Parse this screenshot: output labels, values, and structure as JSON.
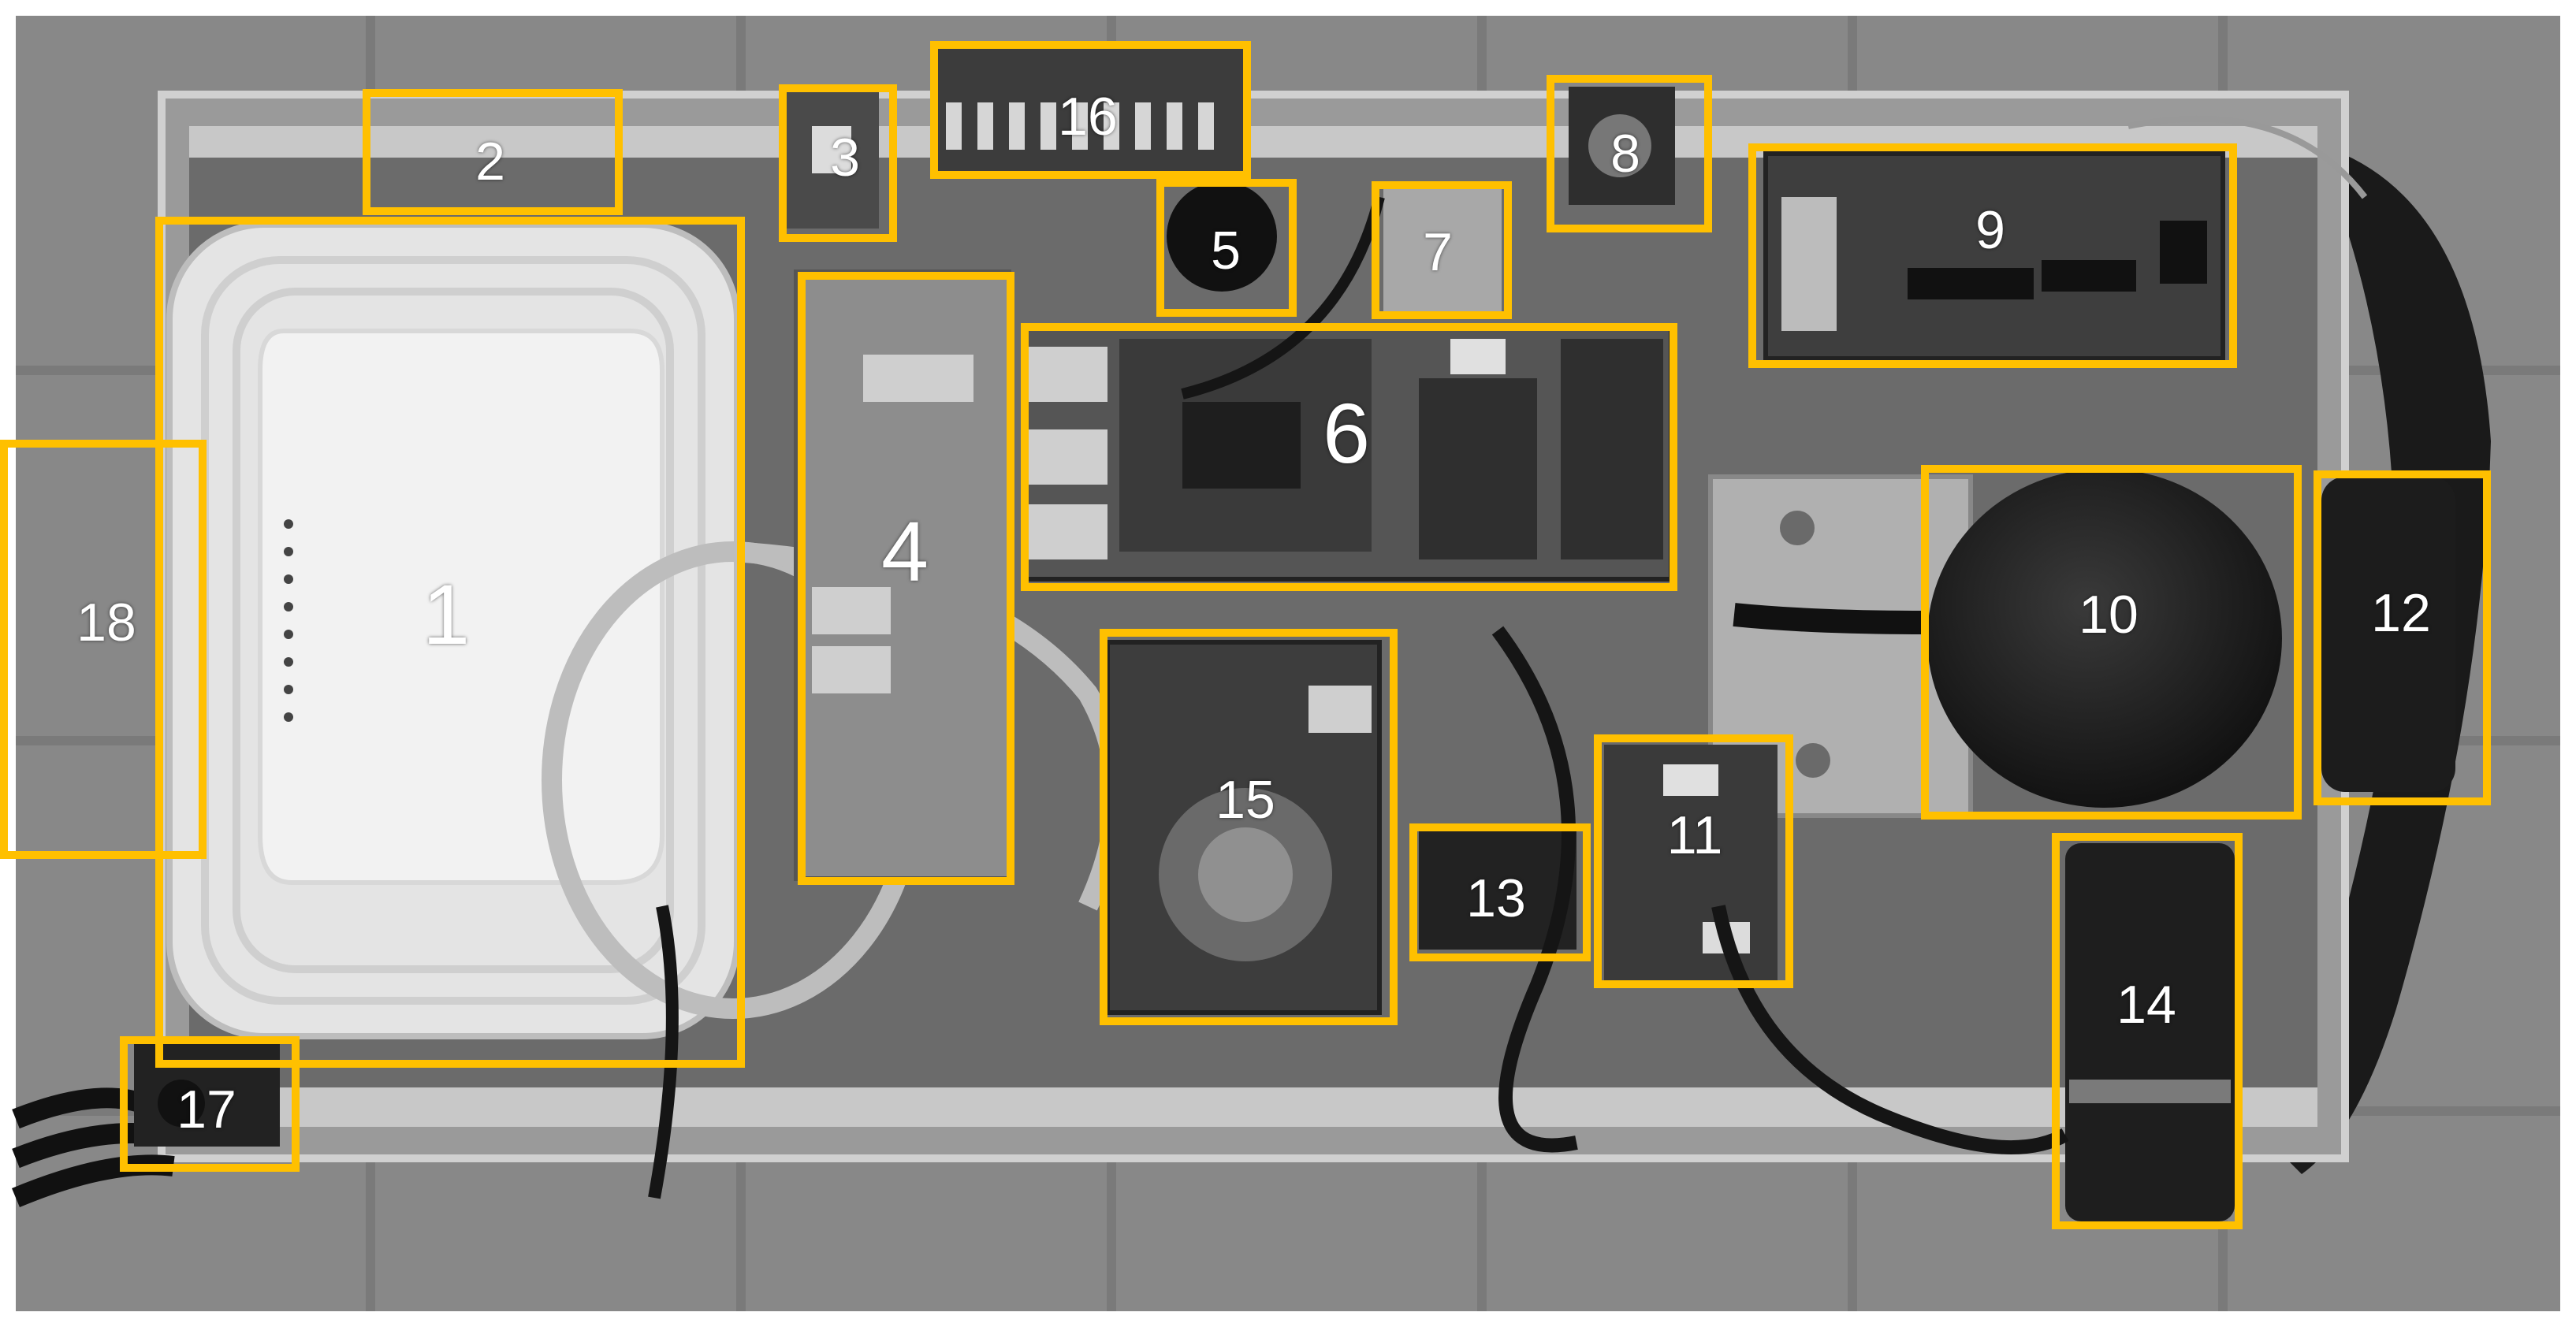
{
  "image": {
    "description_free": true,
    "highlight_color": "#FFC000",
    "components": [
      {
        "label": "1"
      },
      {
        "label": "2"
      },
      {
        "label": "3"
      },
      {
        "label": "4"
      },
      {
        "label": "5"
      },
      {
        "label": "6"
      },
      {
        "label": "7"
      },
      {
        "label": "8"
      },
      {
        "label": "9"
      },
      {
        "label": "10"
      },
      {
        "label": "11"
      },
      {
        "label": "12"
      },
      {
        "label": "13"
      },
      {
        "label": "14"
      },
      {
        "label": "15"
      },
      {
        "label": "16"
      },
      {
        "label": "17"
      },
      {
        "label": "18"
      }
    ]
  }
}
